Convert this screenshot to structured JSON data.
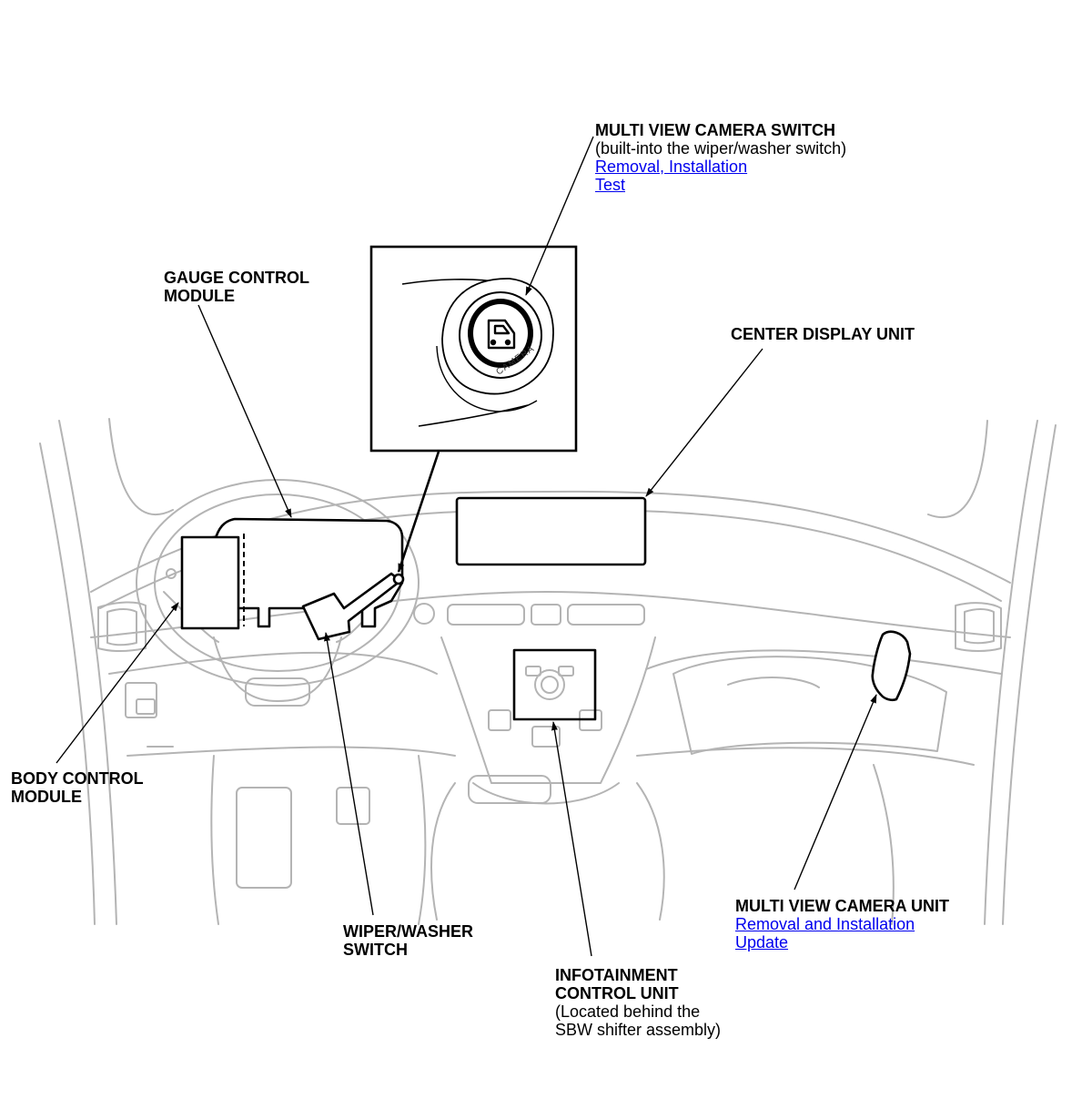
{
  "colors": {
    "background": "#ffffff",
    "text": "#000000",
    "link": "#0000ee",
    "line_light": "#b4b4b4",
    "line_dark": "#000000"
  },
  "icons": {
    "camera_switch_button": "camera-icon"
  },
  "inset": {
    "button_text": "CAMERA"
  },
  "callouts": {
    "multi_view_camera_switch": {
      "title": "MULTI VIEW CAMERA SWITCH",
      "note": "(built-into the wiper/washer switch)",
      "links": [
        "Removal, Installation",
        "Test"
      ]
    },
    "gauge_control_module": {
      "title_lines": [
        "GAUGE CONTROL",
        "MODULE"
      ]
    },
    "center_display_unit": {
      "title": "CENTER DISPLAY UNIT"
    },
    "body_control_module": {
      "title_lines": [
        "BODY CONTROL",
        "MODULE"
      ]
    },
    "wiper_washer_switch": {
      "title_lines": [
        "WIPER/WASHER",
        "SWITCH"
      ]
    },
    "infotainment_control_unit": {
      "title_lines": [
        "INFOTAINMENT",
        "CONTROL UNIT"
      ],
      "note_lines": [
        "(Located behind the",
        "SBW shifter assembly)"
      ]
    },
    "multi_view_camera_unit": {
      "title": "MULTI VIEW CAMERA UNIT",
      "links": [
        "Removal and Installation",
        "Update"
      ]
    }
  }
}
